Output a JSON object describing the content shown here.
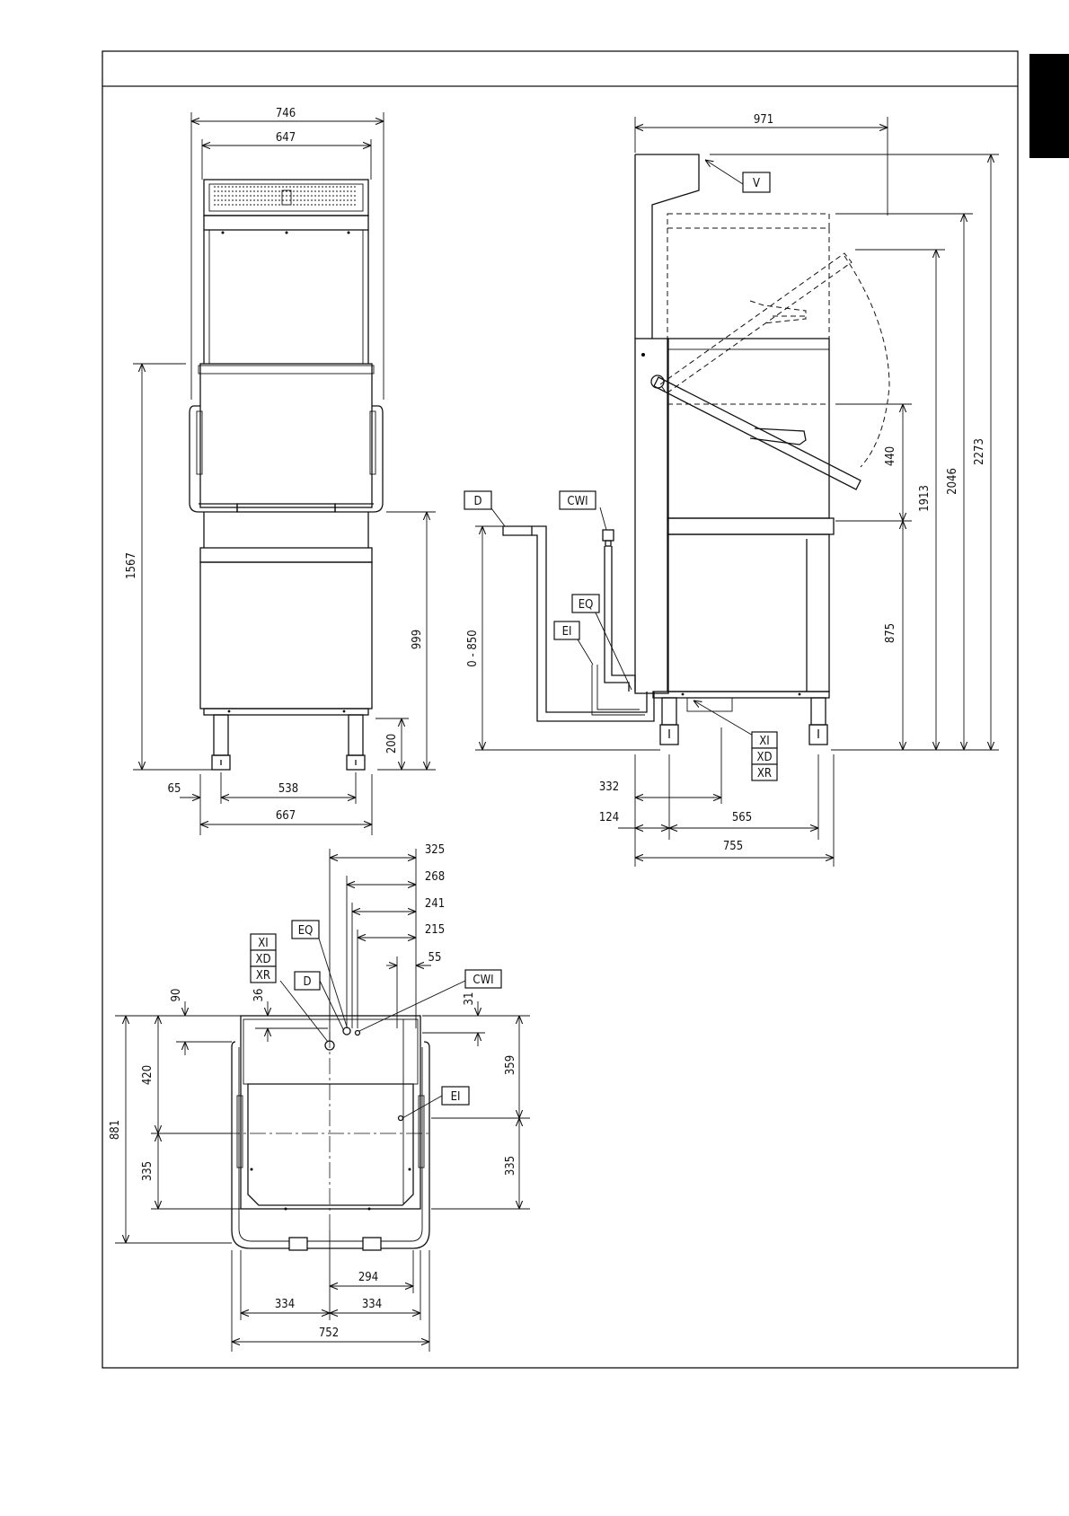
{
  "front_view": {
    "widths": [
      "746",
      "647"
    ],
    "heights": [
      "1567",
      "999",
      "200"
    ],
    "bottom": [
      "65",
      "538",
      "667"
    ]
  },
  "side_view": {
    "widths": [
      "971"
    ],
    "heights": [
      "440",
      "1913",
      "2046",
      "2273",
      "875"
    ],
    "drain_height": "0 - 850",
    "bottom": [
      "332",
      "124",
      "565",
      "755"
    ]
  },
  "plan_view": {
    "top_dims": [
      "325",
      "268",
      "241",
      "215",
      "55"
    ],
    "left_dims": [
      "90",
      "36",
      "420",
      "335",
      "881"
    ],
    "small_dims": [
      "31"
    ],
    "right_dims": [
      "359",
      "335"
    ],
    "bottom": [
      "294",
      "334",
      "334",
      "752"
    ]
  },
  "connections": {
    "v": "V",
    "d": "D",
    "cw": "CWI",
    "eq": "EQ",
    "e": "EI",
    "x1": "XI",
    "x2": "XD",
    "x3": "XR"
  },
  "colors": {
    "ink": "#111111",
    "tab": "#000000",
    "paper": "#ffffff"
  }
}
